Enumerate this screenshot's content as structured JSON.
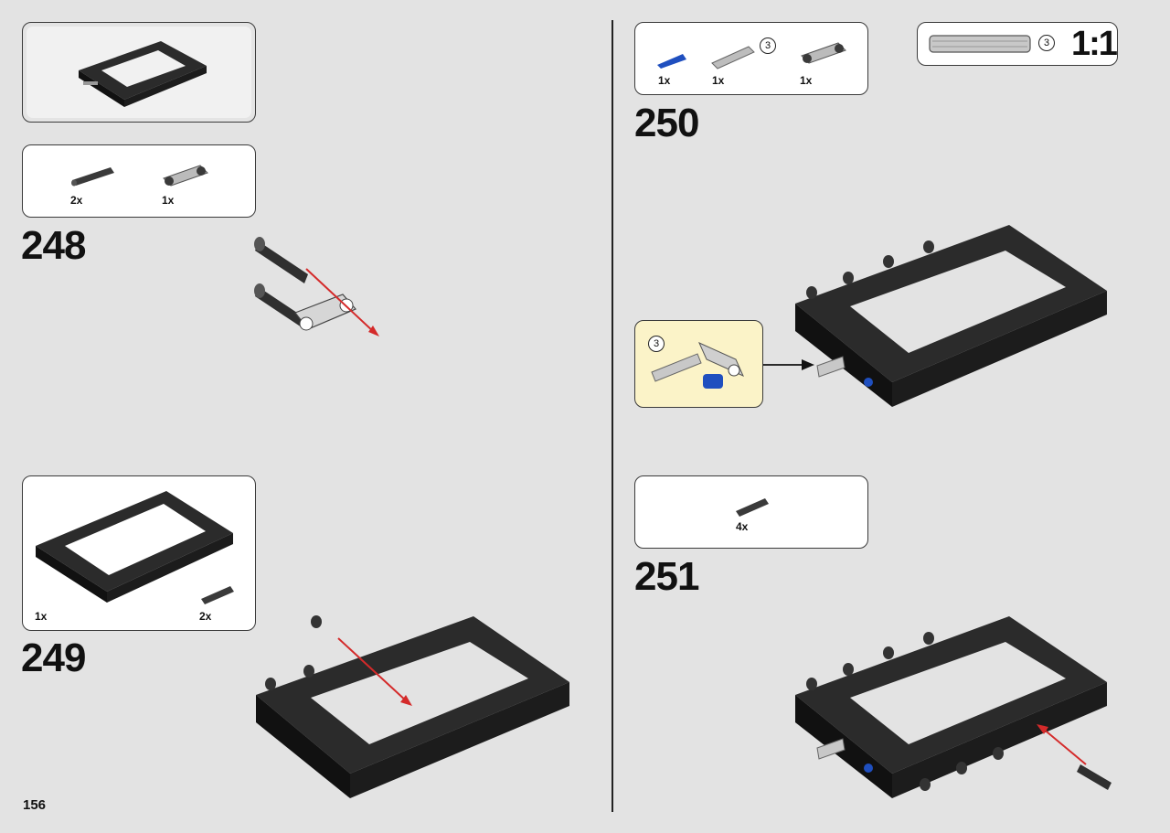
{
  "page": {
    "number": "156"
  },
  "steps": [
    {
      "number": "248",
      "parts": [
        {
          "qty": "2x",
          "icon": "axle-pin-black"
        },
        {
          "qty": "1x",
          "icon": "connector-beam-grey"
        }
      ]
    },
    {
      "number": "249",
      "parts": [
        {
          "qty": "1x",
          "icon": "frame-black"
        },
        {
          "qty": "2x",
          "icon": "axle-pin-black"
        }
      ]
    },
    {
      "number": "250",
      "parts": [
        {
          "qty": "1x",
          "icon": "pin-blue"
        },
        {
          "qty": "1x",
          "icon": "axle-grey",
          "callout": "3"
        },
        {
          "qty": "1x",
          "icon": "connector-beam-grey"
        }
      ]
    },
    {
      "number": "251",
      "parts": [
        {
          "qty": "4x",
          "icon": "axle-pin-black"
        }
      ]
    }
  ],
  "scale_box": {
    "callout": "3",
    "ratio": "1:1"
  },
  "subassembly": {
    "callout": "3"
  },
  "colors": {
    "arrow": "#d42a2a",
    "frame": "#2b2b2b",
    "accent_blue": "#1f4fbf",
    "subassembly_bg": "#fbf3c8"
  }
}
